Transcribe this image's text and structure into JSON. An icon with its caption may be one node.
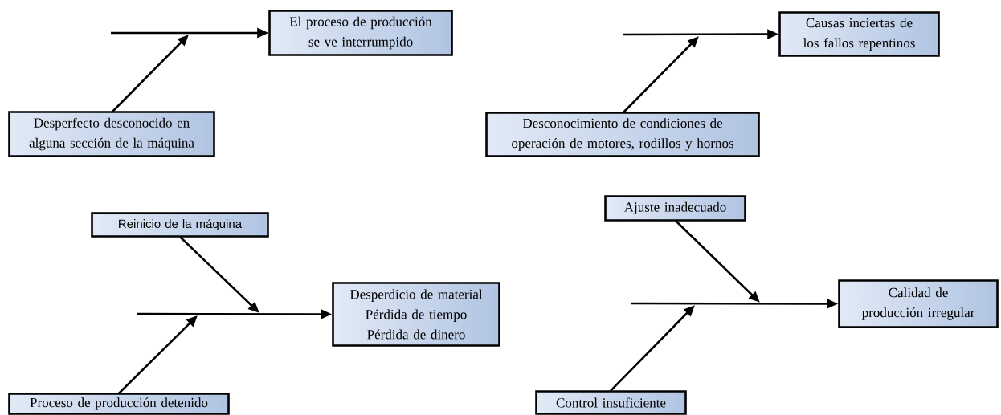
{
  "diagram": {
    "nodes": [
      {
        "text": [
          "El proceso de producción se ve interrumpido"
        ]
      },
      {
        "text": [
          "Desperfecto desconocido en alguna sección de la máquina"
        ]
      },
      {
        "text": [
          "Causas inciertas de los fallos repentinos"
        ]
      },
      {
        "text": [
          "Desconocimiento de condiciones de operación de motores, rodillos y hornos"
        ]
      },
      {
        "text": [
          "Reinicio de la máquina"
        ]
      },
      {
        "text": [
          "Desperdicio de material Pérdida de tiempo Pérdida de dinero"
        ]
      },
      {
        "text": [
          "Ajuste inadecuado"
        ]
      },
      {
        "text": [
          "Calidad de producción irregular"
        ]
      },
      {
        "text": [
          "Control insuficiente"
        ]
      },
      {
        "text": [
          "Proceso de producción detenido"
        ]
      }
    ],
    "edges": [
      {
        "from": null,
        "to": 0,
        "arrow": "to"
      },
      {
        "from": 1,
        "to": null,
        "arrow": "to"
      },
      {
        "from": null,
        "to": 2,
        "arrow": "to"
      },
      {
        "from": 3,
        "to": null,
        "arrow": "to"
      },
      {
        "from": null,
        "to": 5,
        "arrow": "to"
      },
      {
        "from": 4,
        "to": null,
        "arrow": "to"
      },
      {
        "from": 9,
        "to": null,
        "arrow": "to"
      },
      {
        "from": null,
        "to": 7,
        "arrow": "to"
      },
      {
        "from": 6,
        "to": null,
        "arrow": "to"
      },
      {
        "from": 8,
        "to": null,
        "arrow": "to"
      }
    ]
  }
}
